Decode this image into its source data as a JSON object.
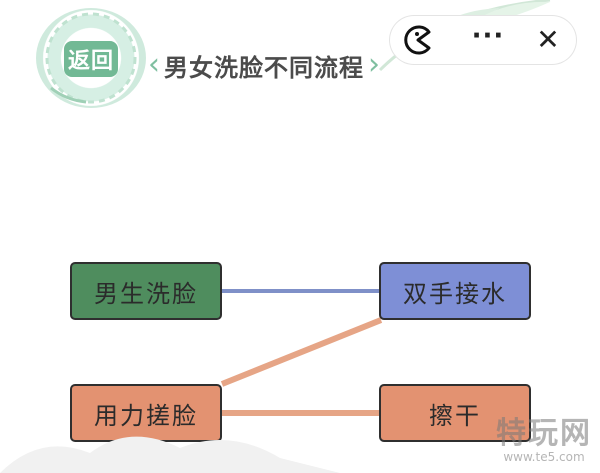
{
  "header": {
    "back_label": "返回",
    "title": "男女洗脸不同流程",
    "left_arrow": "‹",
    "right_arrow": "›"
  },
  "capsule": {
    "more_label": "···",
    "close_label": "✕"
  },
  "nodes": {
    "male_wash": "男生洗脸",
    "catch_water": "双手接水",
    "rub_face": "用力搓脸",
    "dry": "擦干"
  },
  "colors": {
    "green_node": "#4f8d5e",
    "blue_node": "#7e8fd6",
    "orange_node": "#e39271",
    "blue_line": "#7f90c8",
    "orange_line": "#e6a586",
    "badge_green": "#72b995"
  },
  "watermark": {
    "main": "特玩网",
    "sub": "www.te5.com"
  }
}
